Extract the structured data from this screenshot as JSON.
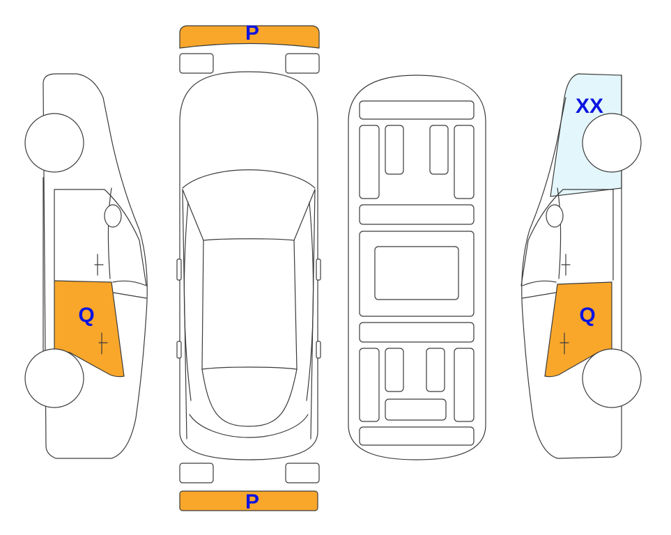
{
  "colors": {
    "damage_p": "#f9a72b",
    "damage_q": "#f9a72b",
    "damage_xx": "#e3f6fb",
    "label_text": "#0a14e0",
    "outline": "#3a3a3a"
  },
  "labels": {
    "front_bumper": "P",
    "rear_bumper": "P",
    "left_rear_door": "Q",
    "right_rear_door": "Q",
    "right_rear_quarter": "XX"
  }
}
